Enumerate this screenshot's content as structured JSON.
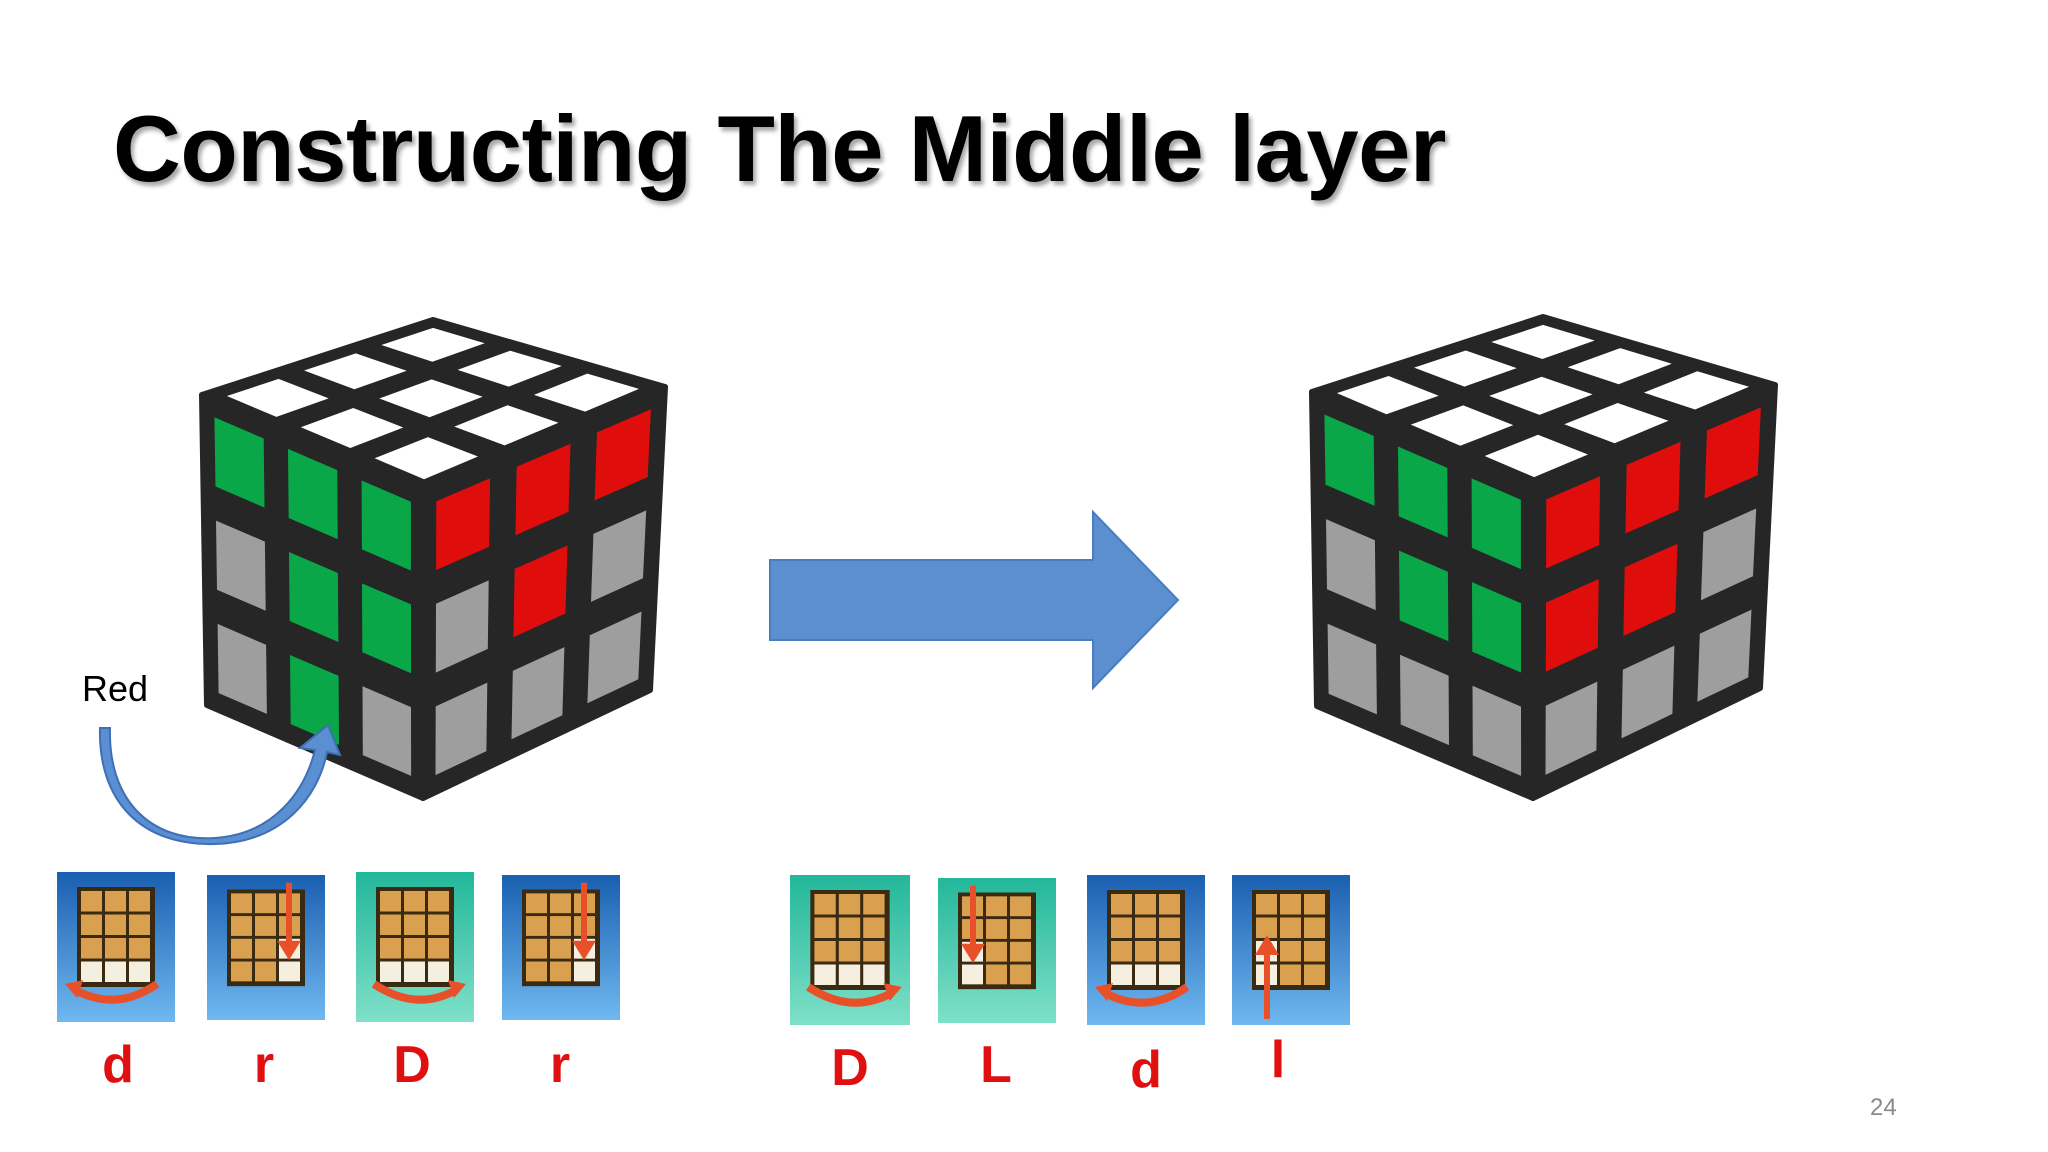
{
  "slide": {
    "title": "Constructing The Middle layer",
    "page_number": "24"
  },
  "annotation": {
    "label": "Red"
  },
  "colors": {
    "green": "#0aa748",
    "red": "#e00d0d",
    "white": "#ffffff",
    "gray": "#9e9e9e",
    "frame": "#262626",
    "arrow_blue": "#5b8fd0",
    "tile_blue": "#1a5fb0",
    "tile_teal": "#23b79a",
    "move_label": "#e01010"
  },
  "cubes": {
    "before": {
      "top": [
        "white",
        "white",
        "white",
        "white",
        "white",
        "white",
        "white",
        "white",
        "white"
      ],
      "front": [
        "green",
        "green",
        "green",
        "gray",
        "green",
        "green",
        "gray",
        "green",
        "gray"
      ],
      "right": [
        "red",
        "red",
        "red",
        "gray",
        "red",
        "gray",
        "gray",
        "gray",
        "gray"
      ]
    },
    "after": {
      "top": [
        "white",
        "white",
        "white",
        "white",
        "white",
        "white",
        "white",
        "white",
        "white"
      ],
      "front": [
        "green",
        "green",
        "green",
        "gray",
        "green",
        "green",
        "gray",
        "gray",
        "gray"
      ],
      "right": [
        "red",
        "red",
        "red",
        "red",
        "red",
        "gray",
        "gray",
        "gray",
        "gray"
      ]
    }
  },
  "moves": {
    "sequence_1": [
      {
        "label": "d",
        "icon": "bottom-layer-turn-left-icon",
        "bg": "blue"
      },
      {
        "label": "r",
        "icon": "right-column-down-icon",
        "bg": "blue"
      },
      {
        "label": "D",
        "icon": "bottom-layer-turn-right-icon",
        "bg": "teal"
      },
      {
        "label": "r",
        "icon": "right-column-down-icon",
        "bg": "blue"
      }
    ],
    "sequence_2": [
      {
        "label": "D",
        "icon": "bottom-layer-turn-right-icon",
        "bg": "teal"
      },
      {
        "label": "L",
        "icon": "left-column-down-icon",
        "bg": "teal"
      },
      {
        "label": "d",
        "icon": "bottom-layer-turn-left-icon",
        "bg": "blue"
      },
      {
        "label": "l",
        "icon": "left-column-up-icon",
        "bg": "blue"
      }
    ]
  }
}
